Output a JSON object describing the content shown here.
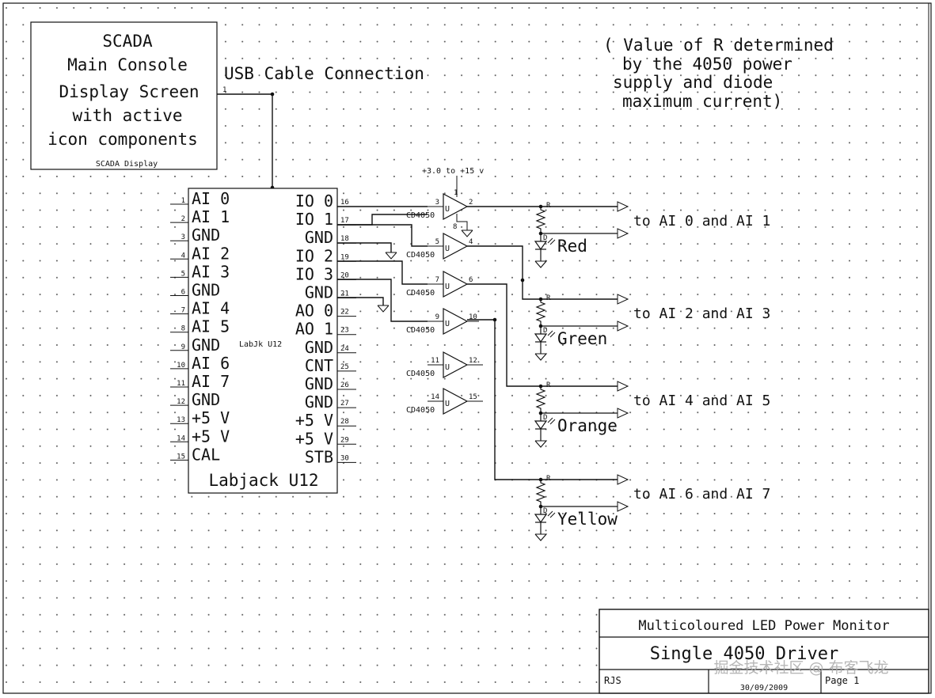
{
  "scada": {
    "lines": [
      "SCADA",
      "Main Console",
      "Display Screen",
      "with active",
      "icon components"
    ],
    "caption": "SCADA Display",
    "pin": "1"
  },
  "usb_label": "USB Cable Connection",
  "note": {
    "lines": [
      "( Value of R determined",
      "by the 4050 power",
      "supply and diode",
      "maximum current)"
    ]
  },
  "supply_label": "+3.0 to +15 v",
  "labjack": {
    "title": "Labjack U12",
    "ref": "LabJk U12",
    "left_pins": [
      {
        "num": "1",
        "label": "AI 0"
      },
      {
        "num": "2",
        "label": "AI 1"
      },
      {
        "num": "3",
        "label": "GND"
      },
      {
        "num": "4",
        "label": "AI 2"
      },
      {
        "num": "5",
        "label": "AI 3"
      },
      {
        "num": "6",
        "label": "GND"
      },
      {
        "num": "7",
        "label": "AI 4"
      },
      {
        "num": "8",
        "label": "AI 5"
      },
      {
        "num": "9",
        "label": "GND"
      },
      {
        "num": "10",
        "label": "AI 6"
      },
      {
        "num": "11",
        "label": "AI 7"
      },
      {
        "num": "12",
        "label": "GND"
      },
      {
        "num": "13",
        "label": "+5 V"
      },
      {
        "num": "14",
        "label": "+5 V"
      },
      {
        "num": "15",
        "label": "CAL"
      }
    ],
    "right_pins": [
      {
        "num": "16",
        "label": "IO 0"
      },
      {
        "num": "17",
        "label": "IO 1"
      },
      {
        "num": "18",
        "label": "GND"
      },
      {
        "num": "19",
        "label": "IO 2"
      },
      {
        "num": "20",
        "label": "IO 3"
      },
      {
        "num": "21",
        "label": "GND"
      },
      {
        "num": "22",
        "label": "AO 0"
      },
      {
        "num": "23",
        "label": "AO 1"
      },
      {
        "num": "24",
        "label": "GND"
      },
      {
        "num": "25",
        "label": "CNT"
      },
      {
        "num": "26",
        "label": "GND"
      },
      {
        "num": "27",
        "label": "GND"
      },
      {
        "num": "28",
        "label": "+5 V"
      },
      {
        "num": "29",
        "label": "+5 V"
      },
      {
        "num": "30",
        "label": "STB"
      }
    ]
  },
  "buffers": [
    {
      "part": "CD4050",
      "unit": "U",
      "in_pin": "3",
      "out_pin": "2",
      "vdd_pin": "1",
      "gnd_pin": "8"
    },
    {
      "part": "CD4050",
      "unit": "U",
      "in_pin": "5",
      "out_pin": "4"
    },
    {
      "part": "CD4050",
      "unit": "U",
      "in_pin": "7",
      "out_pin": "6"
    },
    {
      "part": "CD4050",
      "unit": "U",
      "in_pin": "9",
      "out_pin": "10"
    },
    {
      "part": "CD4050",
      "unit": "U",
      "in_pin": "11",
      "out_pin": "12"
    },
    {
      "part": "CD4050",
      "unit": "U",
      "in_pin": "14",
      "out_pin": "15"
    }
  ],
  "outputs": [
    {
      "color_name": "Red",
      "r_ref": "R",
      "d_ref": "D",
      "target": "to AI 0 and AI 1"
    },
    {
      "color_name": "Green",
      "r_ref": "R",
      "d_ref": "D",
      "target": "to AI 2 and AI 3"
    },
    {
      "color_name": "Orange",
      "r_ref": "R",
      "d_ref": "D",
      "target": "to AI 4 and AI 5"
    },
    {
      "color_name": "Yellow",
      "r_ref": "R",
      "d_ref": "D",
      "target": "to AI 6 and AI 7"
    }
  ],
  "title_block": {
    "title": "Multicoloured LED Power Monitor",
    "subtitle": "Single 4050 Driver",
    "author": "RJS",
    "date": "30/09/2009",
    "page": "Page 1"
  },
  "watermark": "掘金技术社区 @ 布客飞龙"
}
